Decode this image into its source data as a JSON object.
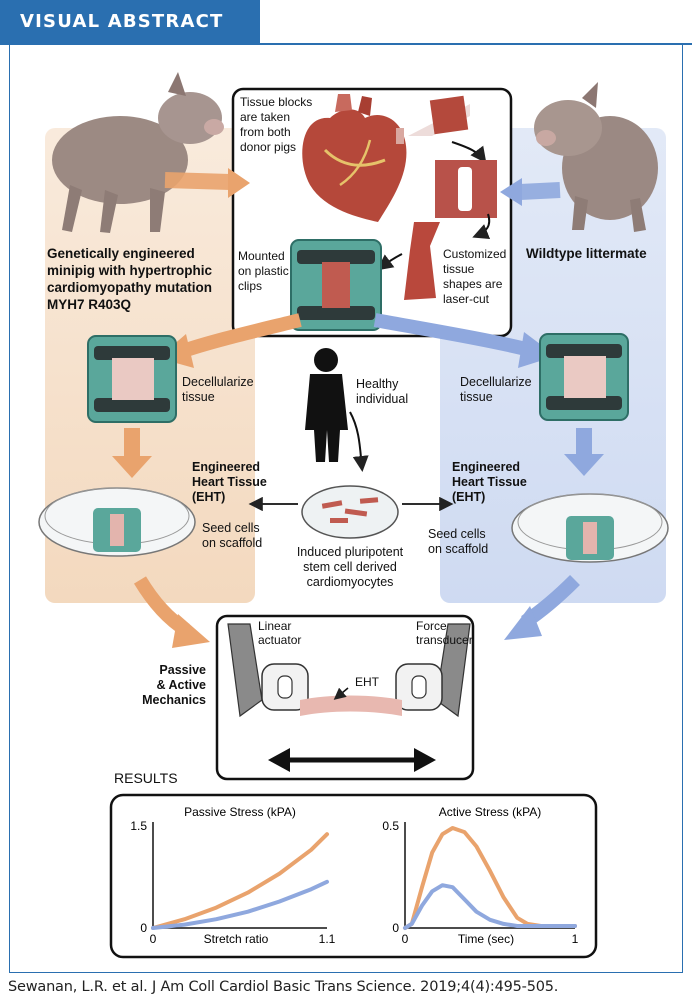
{
  "header": {
    "title": "VISUAL ABSTRACT"
  },
  "left_arm": {
    "title_lines": [
      "Genetically engineered",
      "minipig with hypertrophic",
      "cardiomyopathy mutation",
      "MYH7 R403Q"
    ],
    "decellularize_lines": [
      "Decellularize",
      "tissue"
    ],
    "seed_lines": [
      "Seed cells",
      "on scaffold"
    ]
  },
  "right_arm": {
    "title": "Wildtype littermate",
    "decellularize_lines": [
      "Decellularize",
      "tissue"
    ],
    "seed_lines": [
      "Seed cells",
      "on scaffold"
    ]
  },
  "center_box": {
    "tissue_blocks_lines": [
      "Tissue blocks",
      "are taken",
      "from both",
      "donor pigs"
    ],
    "mounted_lines": [
      "Mounted",
      "on plastic",
      "clips"
    ],
    "customized_lines": [
      "Customized",
      "tissue",
      "shapes are",
      "laser-cut"
    ]
  },
  "center": {
    "healthy_lines": [
      "Healthy",
      "individual"
    ],
    "ipsc_lines": [
      "Induced pluripotent",
      "stem cell derived",
      "cardiomyocytes"
    ],
    "eht_left_lines": [
      "Engineered",
      "Heart Tissue",
      "(EHT)"
    ],
    "eht_right_lines": [
      "Engineered",
      "Heart Tissue",
      "(EHT)"
    ]
  },
  "mechanics": {
    "side_label_lines": [
      "Passive",
      "& Active",
      "Mechanics"
    ],
    "linear_actuator_lines": [
      "Linear",
      "actuator"
    ],
    "force_transducer_lines": [
      "Force",
      "transducer"
    ],
    "eht_label": "EHT"
  },
  "results": {
    "heading": "RESULTS"
  },
  "colors": {
    "mutant": "#e9a36d",
    "wildtype": "#8fa8de",
    "mutant_bg": "#f4dcc5",
    "wildtype_bg": "#d5dff3",
    "header": "#2a6fb0"
  },
  "chart_data": [
    {
      "type": "line",
      "title": "Passive Stress (kPA)",
      "xlabel": "Stretch ratio",
      "ylabel": "",
      "xlim": [
        0,
        1.1
      ],
      "ylim": [
        0,
        1.5
      ],
      "x_ticks": [
        "0",
        "1.1"
      ],
      "y_ticks": [
        "0",
        "1.5"
      ],
      "series": [
        {
          "color": "#e9a36d",
          "x": [
            0,
            0.2,
            0.4,
            0.6,
            0.8,
            1.0,
            1.1
          ],
          "y": [
            0,
            0.13,
            0.3,
            0.52,
            0.8,
            1.15,
            1.38
          ]
        },
        {
          "color": "#8fa8de",
          "x": [
            0,
            0.2,
            0.4,
            0.6,
            0.8,
            1.0,
            1.1
          ],
          "y": [
            0,
            0.05,
            0.13,
            0.24,
            0.39,
            0.57,
            0.68
          ]
        }
      ]
    },
    {
      "type": "line",
      "title": "Active Stress (kPA)",
      "xlabel": "Time (sec)",
      "ylabel": "",
      "xlim": [
        0,
        1
      ],
      "ylim": [
        0,
        0.5
      ],
      "x_ticks": [
        "0",
        "1"
      ],
      "y_ticks": [
        "0",
        "0.5"
      ],
      "series": [
        {
          "color": "#e9a36d",
          "x": [
            0,
            0.04,
            0.1,
            0.16,
            0.22,
            0.28,
            0.35,
            0.42,
            0.5,
            0.58,
            0.66,
            0.72,
            0.8,
            0.9,
            1.0
          ],
          "y": [
            0,
            0.02,
            0.2,
            0.37,
            0.46,
            0.49,
            0.47,
            0.4,
            0.28,
            0.15,
            0.05,
            0.02,
            0.01,
            0.01,
            0.01
          ]
        },
        {
          "color": "#8fa8de",
          "x": [
            0,
            0.04,
            0.1,
            0.16,
            0.22,
            0.28,
            0.35,
            0.42,
            0.5,
            0.58,
            0.66,
            0.72,
            0.8,
            0.9,
            1.0
          ],
          "y": [
            0,
            0.02,
            0.11,
            0.18,
            0.21,
            0.2,
            0.14,
            0.08,
            0.04,
            0.02,
            0.01,
            0.01,
            0.01,
            0.01,
            0.01
          ]
        }
      ]
    }
  ],
  "citation": "Sewanan, L.R. et al. J Am Coll Cardiol Basic Trans Science. 2019;4(4):495-505."
}
